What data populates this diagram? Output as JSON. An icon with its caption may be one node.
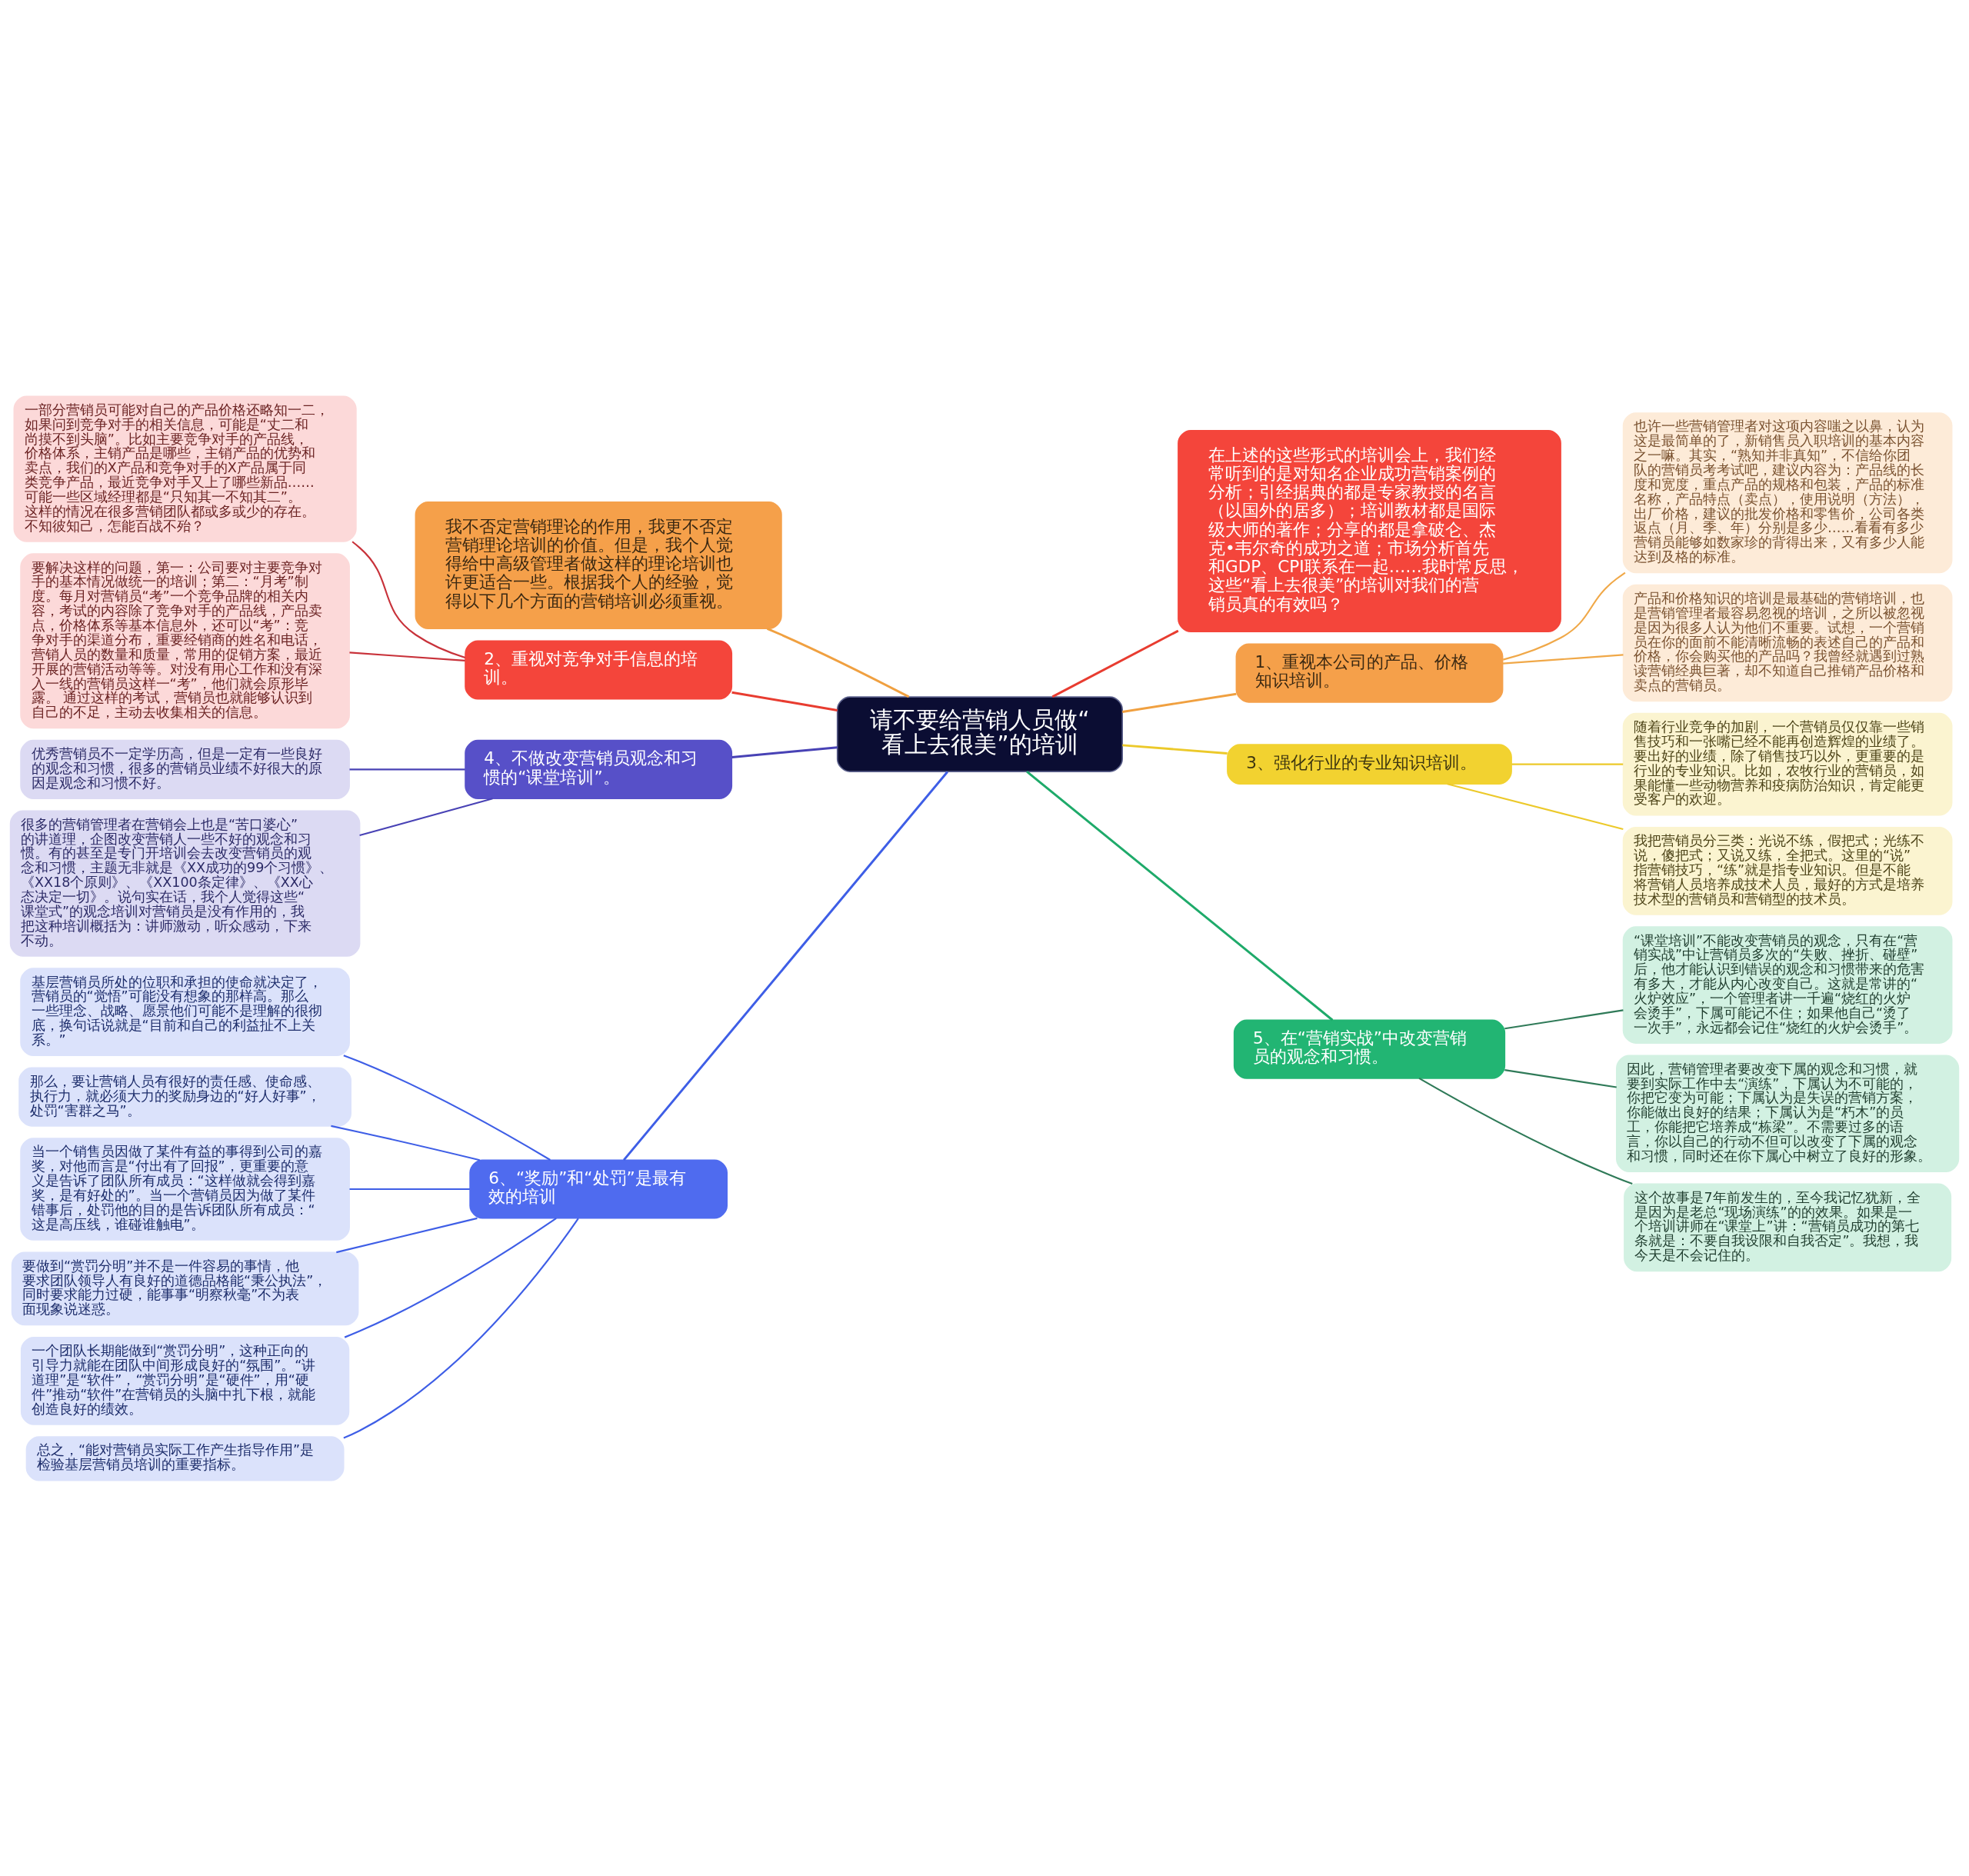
{
  "diagram": {
    "nodes": [
      {
        "text": [
          "请不要给营销人员做“看上去很美”的培训"
        ]
      },
      {
        "text": [
          "我不否定营销理论的作用，我更不否定营销理论培训的价值。但是，我个人觉得给中高级管理者做这样的理论培训也许更适合一些。根据我个人的经验，觉得以下几个方面的营销培训必须重视。"
        ]
      },
      {
        "text": [
          "在上述的这些形式的培训会上，我们经常听到的是对知名企业成功营销案例的分析；引经据典的都是专家教授的名言（以国外的居多）；培训教材都是国际级大师的著作；分享的都是拿破仑、杰克•韦尔奇的成功之道；市场分析首先和GDP、CPI联系在一起……我时常反思，这些“看上去很美”的培训对我们的营销员真的有效吗？"
        ]
      },
      {
        "text": [
          "1、重视本公司的产品、价格知识培训。"
        ]
      },
      {
        "text": [
          "也许一些营销管理者对这项内容嗤之以鼻，认为这是最简单的了，新销售员入职培训的基本内容之一嘛。其实，“熟知并非真知”，不信给你团队的营销员考考试吧，建议内容为：产品线的长度和宽度，重点产品的规格和包装，产品的标准名称，产品特点（卖点），使用说明（方法），出厂价格，建议的批发价格和零售价，公司各类返点（月、季、年）分别是多少……看看有多少营销员能够如数家珍的背得出来，又有多少人能达到及格的标准。"
        ]
      },
      {
        "text": [
          "产品和价格知识的培训是最基础的营销培训，也是营销管理者最容易忽视的培训，之所以被忽视是因为很多人认为他们不重要。试想，一个营销员在你的面前不能清晰流畅的表述自己的产品和价格，你会购买他的产品吗？我曾经就遇到过熟读营销经典巨著，却不知道自己推销产品价格和卖点的营销员。"
        ]
      },
      {
        "text": [
          "2、重视对竞争对手信息的培训。"
        ]
      },
      {
        "text": [
          "一部分营销员可能对自己的产品价格还略知一二，如果问到竞争对手的相关信息，可能是“丈二和尚摸不到头脑”。比如主要竞争对手的产品线，价格体系，主销产品是哪些，主销产品的优势和卖点，我们的X产品和竞争对手的X产品属于同类竞争产品，最近竞争对手又上了哪些新品……可能一些区域经理都是“只知其一不知其二”。这样的情况在很多营销团队都或多或少的存在。不知彼知己，怎能百战不殆？"
        ]
      },
      {
        "text": [
          "要解决这样的问题，第一：公司要对主要竞争对手的基本情况做统一的培训；第二：“月考”制度。每月对营销员“考”一个竞争品牌的相关内容，考试的内容除了竞争对手的产品线，产品卖点，价格体系等基本信息外，还可以“考”：竞争对手的渠道分布，重要经销商的姓名和电话，营销人员的数量和质量，常用的促销方案，最近开展的营销活动等等。对没有用心工作和没有深入一线的营销员这样一“考”，他们就会原形毕露。 通过这样的考试，营销员也就能够认识到自己的不足，主动去收集相关的信息。"
        ]
      },
      {
        "text": [
          "3、强化行业的专业知识培训。"
        ]
      },
      {
        "text": [
          "随着行业竞争的加剧，一个营销员仅仅靠一些销售技巧和一张嘴已经不能再创造辉煌的业绩了。要出好的业绩，除了销售技巧以外，更重要的是行业的专业知识。比如，农牧行业的营销员，如果能懂一些动物营养和疫病防治知识，肯定能更受客户的欢迎。"
        ]
      },
      {
        "text": [
          "我把营销员分三类：光说不练，假把式；光练不说，傻把式；又说又练，全把式。这里的“说”指营销技巧，“练”就是指专业知识。但是不能将营销人员培养成技术人员，最好的方式是培养技术型的营销员和营销型的技术员。"
        ]
      },
      {
        "text": [
          "4、不做改变营销员观念和习惯的“课堂培训”。"
        ]
      },
      {
        "text": [
          "优秀营销员不一定学历高，但是一定有一些良好的观念和习惯，很多的营销员业绩不好很大的原因是观念和习惯不好。"
        ]
      },
      {
        "text": [
          "很多的营销管理者在营销会上也是“苦口婆心”的讲道理，企图改变营销人一些不好的观念和习惯。有的甚至是专门开培训会去改变营销员的观念和习惯，主题无非就是《XX成功的99个习惯》、《XX18个原则》、《XX100条定律》、《XX心态决定一切》。说句实在话，我个人觉得这些“课堂式”的观念培训对营销员是没有作用的，我把这种培训概括为：讲师激动，听众感动，下来不动。"
        ]
      },
      {
        "text": [
          "5、在“营销实战”中改变营销员的观念和习惯。"
        ]
      },
      {
        "text": [
          "“课堂培训”不能改变营销员的观念，只有在“营销实战”中让营销员多次的“失败、挫折、碰壁”后，他才能认识到错误的观念和习惯带来的危害有多大，才能从内心改变自己。这就是常讲的“火炉效应”，一个管理者讲一千遍“烧红的火炉会烫手”，下属可能记不住；如果他自己“烫了一次手”，永远都会记住“烧红的火炉会烫手”。"
        ]
      },
      {
        "text": [
          "因此，营销管理者要改变下属的观念和习惯，就要到实际工作中去“演练”，下属认为不可能的，你把它变为可能；下属认为是失误的营销方案，你能做出良好的结果；下属认为是“朽木”的员工，你能把它培养成“栋梁”。不需要过多的语言，你以自己的行动不但可以改变了下属的观念和习惯，同时还在你下属心中树立了良好的形象。"
        ]
      },
      {
        "text": [
          "这个故事是7年前发生的，至今我记忆犹新，全是因为是老总“现场演练”的的效果。如果是一个培训讲师在“课堂上”讲：“营销员成功的第七条就是：不要自我设限和自我否定”。我想，我今天是不会记住的。"
        ]
      },
      {
        "text": [
          "6、“奖励”和“处罚”是最有效的培训"
        ]
      },
      {
        "text": [
          "基层营销员所处的位职和承担的使命就决定了，营销员的“觉悟”可能没有想象的那样高。那么一些理念、战略、愿景他们可能不是理解的很彻底，换句话说就是“目前和自己的利益扯不上关系。”"
        ]
      },
      {
        "text": [
          "那么，要让营销人员有很好的责任感、使命感、执行力，就必须大力的奖励身边的“好人好事”，处罚“害群之马”。"
        ]
      },
      {
        "text": [
          "当一个销售员因做了某件有益的事得到公司的嘉奖，对他而言是“付出有了回报”，更重要的意义是告诉了团队所有成员：“这样做就会得到嘉奖，是有好处的”。当一个营销员因为做了某件错事后，处罚他的目的是告诉团队所有成员：“这是高压线，谁碰谁触电”。"
        ]
      },
      {
        "text": [
          "要做到“赏罚分明”并不是一件容易的事情，他要求团队领导人有良好的道德品格能“秉公执法”，同时要求能力过硬，能事事“明察秋毫”不为表面现象说迷惑。"
        ]
      },
      {
        "text": [
          "一个团队长期能做到“赏罚分明”，这种正向的引导力就能在团队中间形成良好的“氛围”。“讲道理”是“软件”，“赏罚分明”是“硬件”，用“硬件”推动“软件”在营销员的头脑中扎下根，就能创造良好的绩效。"
        ]
      },
      {
        "text": [
          "总之，“能对营销员实际工作产生指导作用”是检验基层营销员培训的重要指标。"
        ]
      }
    ],
    "edges": [
      {
        "from": 0,
        "to": 1,
        "arrow": "none",
        "color": "#f0a040"
      },
      {
        "from": 0,
        "to": 2,
        "arrow": "none",
        "color": "#e83c30"
      },
      {
        "from": 0,
        "to": 3,
        "arrow": "none",
        "color": "#f0a040"
      },
      {
        "from": 3,
        "to": 4,
        "arrow": "none",
        "color": "#f0a848"
      },
      {
        "from": 3,
        "to": 5,
        "arrow": "none",
        "color": "#f0a848"
      },
      {
        "from": 0,
        "to": 6,
        "arrow": "none",
        "color": "#e83c30"
      },
      {
        "from": 6,
        "to": 7,
        "arrow": "none",
        "color": "#c8323a"
      },
      {
        "from": 6,
        "to": 8,
        "arrow": "none",
        "color": "#c8323a"
      },
      {
        "from": 0,
        "to": 9,
        "arrow": "none",
        "color": "#ecc92a"
      },
      {
        "from": 9,
        "to": 10,
        "arrow": "none",
        "color": "#ecc92a"
      },
      {
        "from": 9,
        "to": 11,
        "arrow": "none",
        "color": "#ecc92a"
      },
      {
        "from": 0,
        "to": 12,
        "arrow": "none",
        "color": "#4842b5"
      },
      {
        "from": 12,
        "to": 13,
        "arrow": "none",
        "color": "#4842b5"
      },
      {
        "from": 12,
        "to": 14,
        "arrow": "none",
        "color": "#4842b5"
      },
      {
        "from": 0,
        "to": 15,
        "arrow": "none",
        "color": "#1eaa6a"
      },
      {
        "from": 15,
        "to": 16,
        "arrow": "none",
        "color": "#2f7a58"
      },
      {
        "from": 15,
        "to": 17,
        "arrow": "none",
        "color": "#2f7a58"
      },
      {
        "from": 15,
        "to": 18,
        "arrow": "none",
        "color": "#2f7a58"
      },
      {
        "from": 0,
        "to": 19,
        "arrow": "none",
        "color": "#3e5ee6"
      },
      {
        "from": 19,
        "to": 20,
        "arrow": "none",
        "color": "#3e5ee6"
      },
      {
        "from": 19,
        "to": 21,
        "arrow": "none",
        "color": "#3e5ee6"
      },
      {
        "from": 19,
        "to": 22,
        "arrow": "none",
        "color": "#3e5ee6"
      },
      {
        "from": 19,
        "to": 23,
        "arrow": "none",
        "color": "#3e5ee6"
      },
      {
        "from": 19,
        "to": 24,
        "arrow": "none",
        "color": "#3e5ee6"
      },
      {
        "from": 19,
        "to": 25,
        "arrow": "none",
        "color": "#3e5ee6"
      }
    ]
  }
}
